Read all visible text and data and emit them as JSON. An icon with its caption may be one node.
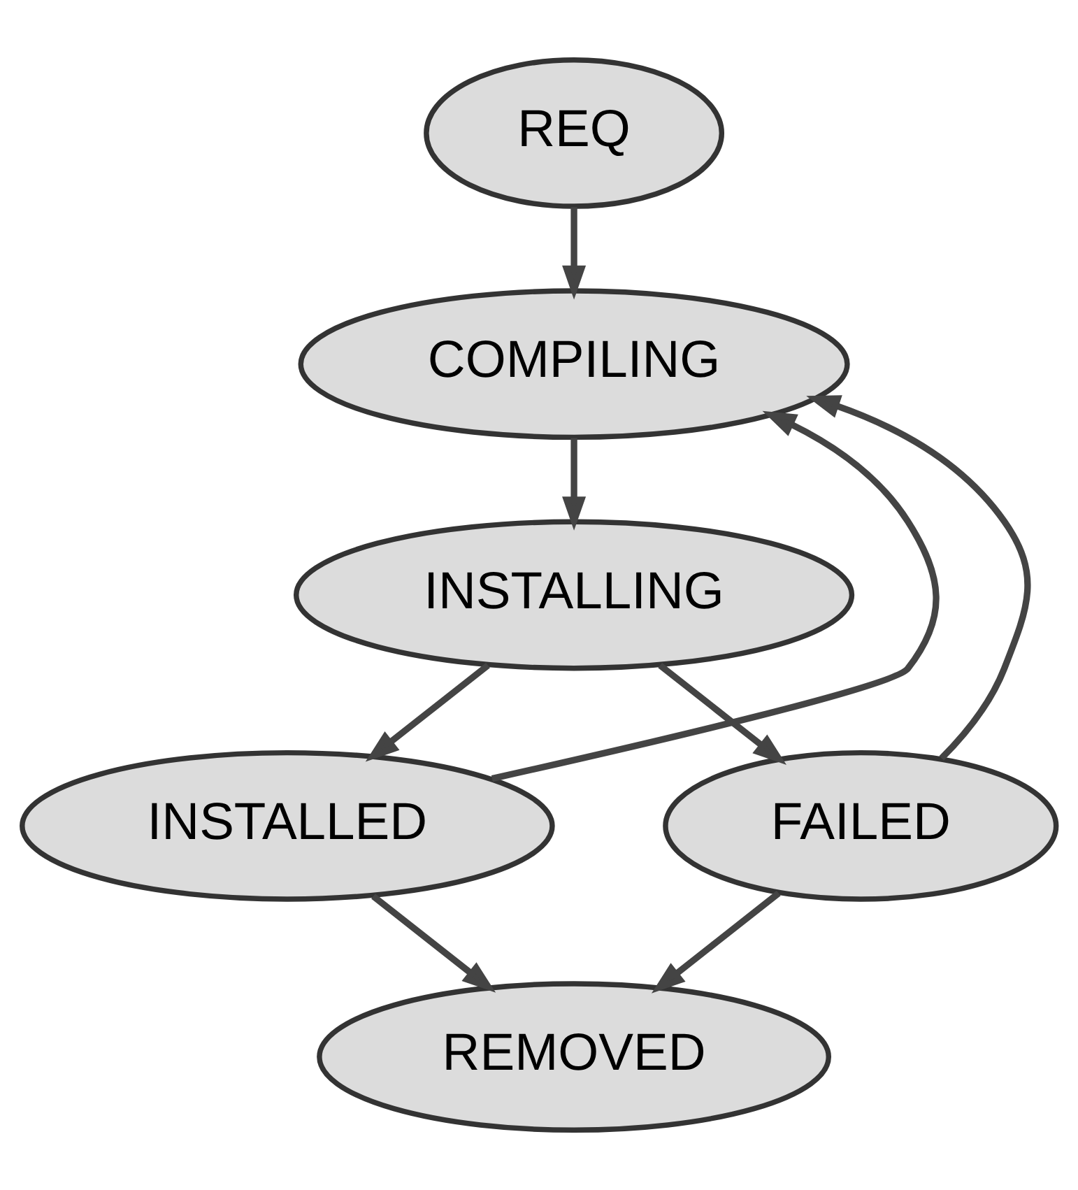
{
  "diagram": {
    "nodes": [
      {
        "text": [
          "REQ"
        ]
      },
      {
        "text": [
          "COMPILING"
        ]
      },
      {
        "text": [
          "INSTALLING"
        ]
      },
      {
        "text": [
          "INSTALLED"
        ]
      },
      {
        "text": [
          "FAILED"
        ]
      },
      {
        "text": [
          "REMOVED"
        ]
      }
    ],
    "edges": [
      {
        "from": 0,
        "to": 1,
        "arrow": "to"
      },
      {
        "from": 1,
        "to": 2,
        "arrow": "to"
      },
      {
        "from": 2,
        "to": 3,
        "arrow": "to"
      },
      {
        "from": 2,
        "to": 4,
        "arrow": "to"
      },
      {
        "from": 3,
        "to": 1,
        "arrow": "to"
      },
      {
        "from": 4,
        "to": 1,
        "arrow": "to"
      },
      {
        "from": 3,
        "to": 5,
        "arrow": "to"
      },
      {
        "from": 4,
        "to": 5,
        "arrow": "to"
      }
    ]
  }
}
